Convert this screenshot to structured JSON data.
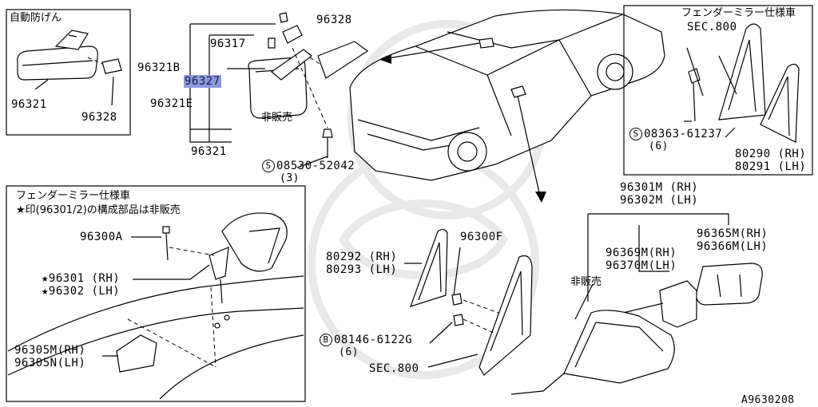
{
  "diagram_id": "A9630208",
  "top_left_box": {
    "title": "自動防げん",
    "part_mirror": "96321",
    "part_cover": "96328"
  },
  "top_mid": {
    "screw": "96317",
    "part_b": "96321B",
    "part_highlight": "96327",
    "part_e": "96321E",
    "part_assy": "96321",
    "not_sold": "非販売",
    "cover": "96328",
    "screw_code": "08530-52042",
    "screw_qty": "(3)",
    "screw_symbol": "S"
  },
  "top_right_box": {
    "title": "フェンダーミラー仕様車",
    "sec": "SEC.800",
    "screw_symbol": "S",
    "screw_code": "08363-61237",
    "screw_qty": "(6)",
    "part_rh": "80290 (RH)",
    "part_lh": "80291 (LH)"
  },
  "bottom_left_box": {
    "title": "フェンダーミラー仕様車",
    "note": "★印(96301/2)の構成部品は非販売",
    "bolt": "96300A",
    "mirror_rh": "★96301 (RH)",
    "mirror_lh": "★96302 (LH)",
    "base_m": "96305M(RH)",
    "base_n": "96305N(LH)"
  },
  "door_mirror": {
    "assy_rh": "96301M (RH)",
    "assy_lh": "96302M (LH)",
    "motor_rh": "96369M(RH)",
    "motor_lh": "96370M(LH)",
    "glass_rh": "96365M(RH)",
    "glass_lh": "96366M(LH)",
    "not_sold": "非販売",
    "cover_rh": "80292 (RH)",
    "cover_lh": "80293 (LH)",
    "clip": "96300F",
    "bolt_symbol": "B",
    "bolt_code": "08146-6122G",
    "bolt_qty": "(6)",
    "sec": "SEC.800"
  }
}
